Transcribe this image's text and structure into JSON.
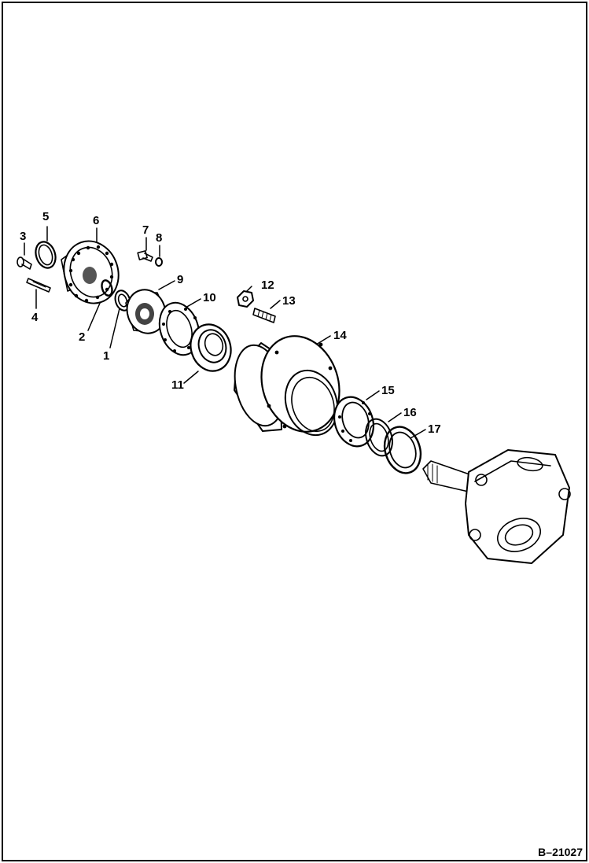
{
  "drawing": {
    "reference": "B–21027",
    "labels": {
      "l1": "1",
      "l2": "2",
      "l3": "3",
      "l4": "4",
      "l5": "5",
      "l6": "6",
      "l7": "7",
      "l8": "8",
      "l9": "9",
      "l10": "10",
      "l11": "11",
      "l12": "12",
      "l13": "13",
      "l14": "14",
      "l15": "15",
      "l16": "16",
      "l17": "17"
    }
  }
}
